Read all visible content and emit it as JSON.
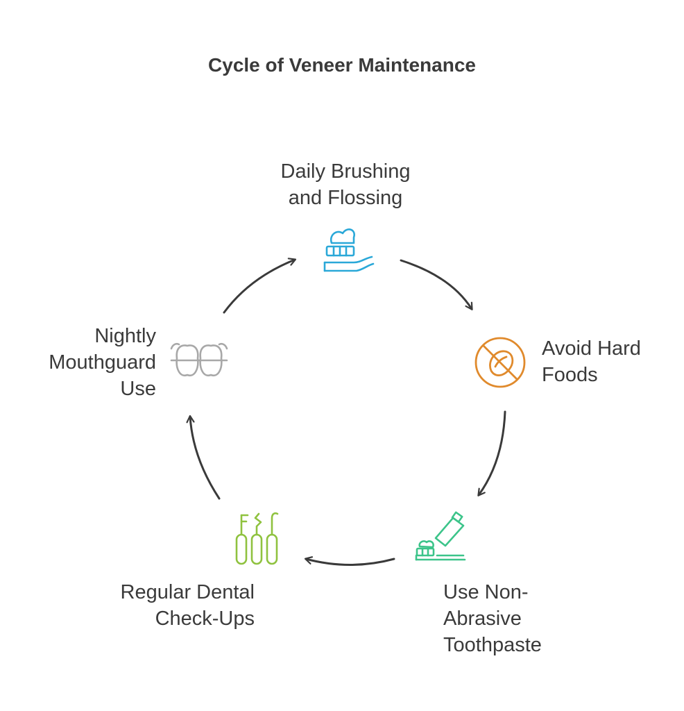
{
  "title": "Cycle of Veneer Maintenance",
  "steps": [
    {
      "lines": [
        "Daily Brushing",
        "and Flossing"
      ],
      "icon": "toothbrush-icon",
      "color": "#2aa8d8"
    },
    {
      "lines": [
        "Avoid Hard",
        "Foods"
      ],
      "icon": "no-hard-food-icon",
      "color": "#e08a2c"
    },
    {
      "lines": [
        "Use Non-",
        "Abrasive",
        "Toothpaste"
      ],
      "icon": "toothpaste-icon",
      "color": "#3cc48a"
    },
    {
      "lines": [
        "Regular Dental",
        "Check-Ups"
      ],
      "icon": "dental-tools-icon",
      "color": "#8fc23f"
    },
    {
      "lines": [
        "Nightly",
        "Mouthguard",
        "Use"
      ],
      "icon": "mouthguard-icon",
      "color": "#a8a8a8"
    }
  ],
  "arrow_color": "#3a3a3a"
}
